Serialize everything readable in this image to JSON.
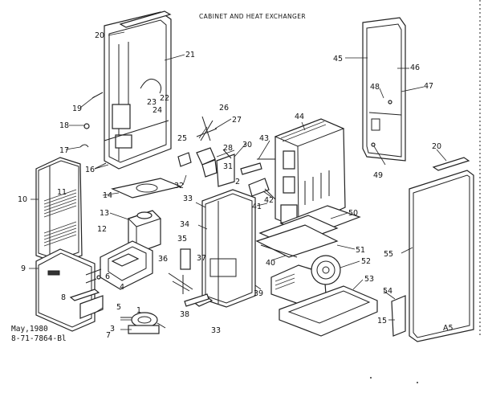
{
  "title": "CABINET AND HEAT EXCHANGER",
  "footer": {
    "date": "May,1980",
    "code": "8-71-7864-Bl",
    "page_marker": "A5"
  },
  "callouts": [
    "1",
    "2",
    "3",
    "4",
    "5",
    "6",
    "7",
    "8",
    "9",
    "10",
    "11",
    "12",
    "13",
    "14",
    "15",
    "16",
    "17",
    "18",
    "19",
    "20",
    "20",
    "21",
    "22",
    "23",
    "24",
    "25",
    "26",
    "27",
    "28",
    "30",
    "31",
    "32",
    "33",
    "33",
    "34",
    "35",
    "36",
    "37",
    "38",
    "39",
    "40",
    "41",
    "42",
    "43",
    "44",
    "45",
    "46",
    "47",
    "48",
    "49",
    "50",
    "51",
    "52",
    "53",
    "54",
    "55"
  ]
}
